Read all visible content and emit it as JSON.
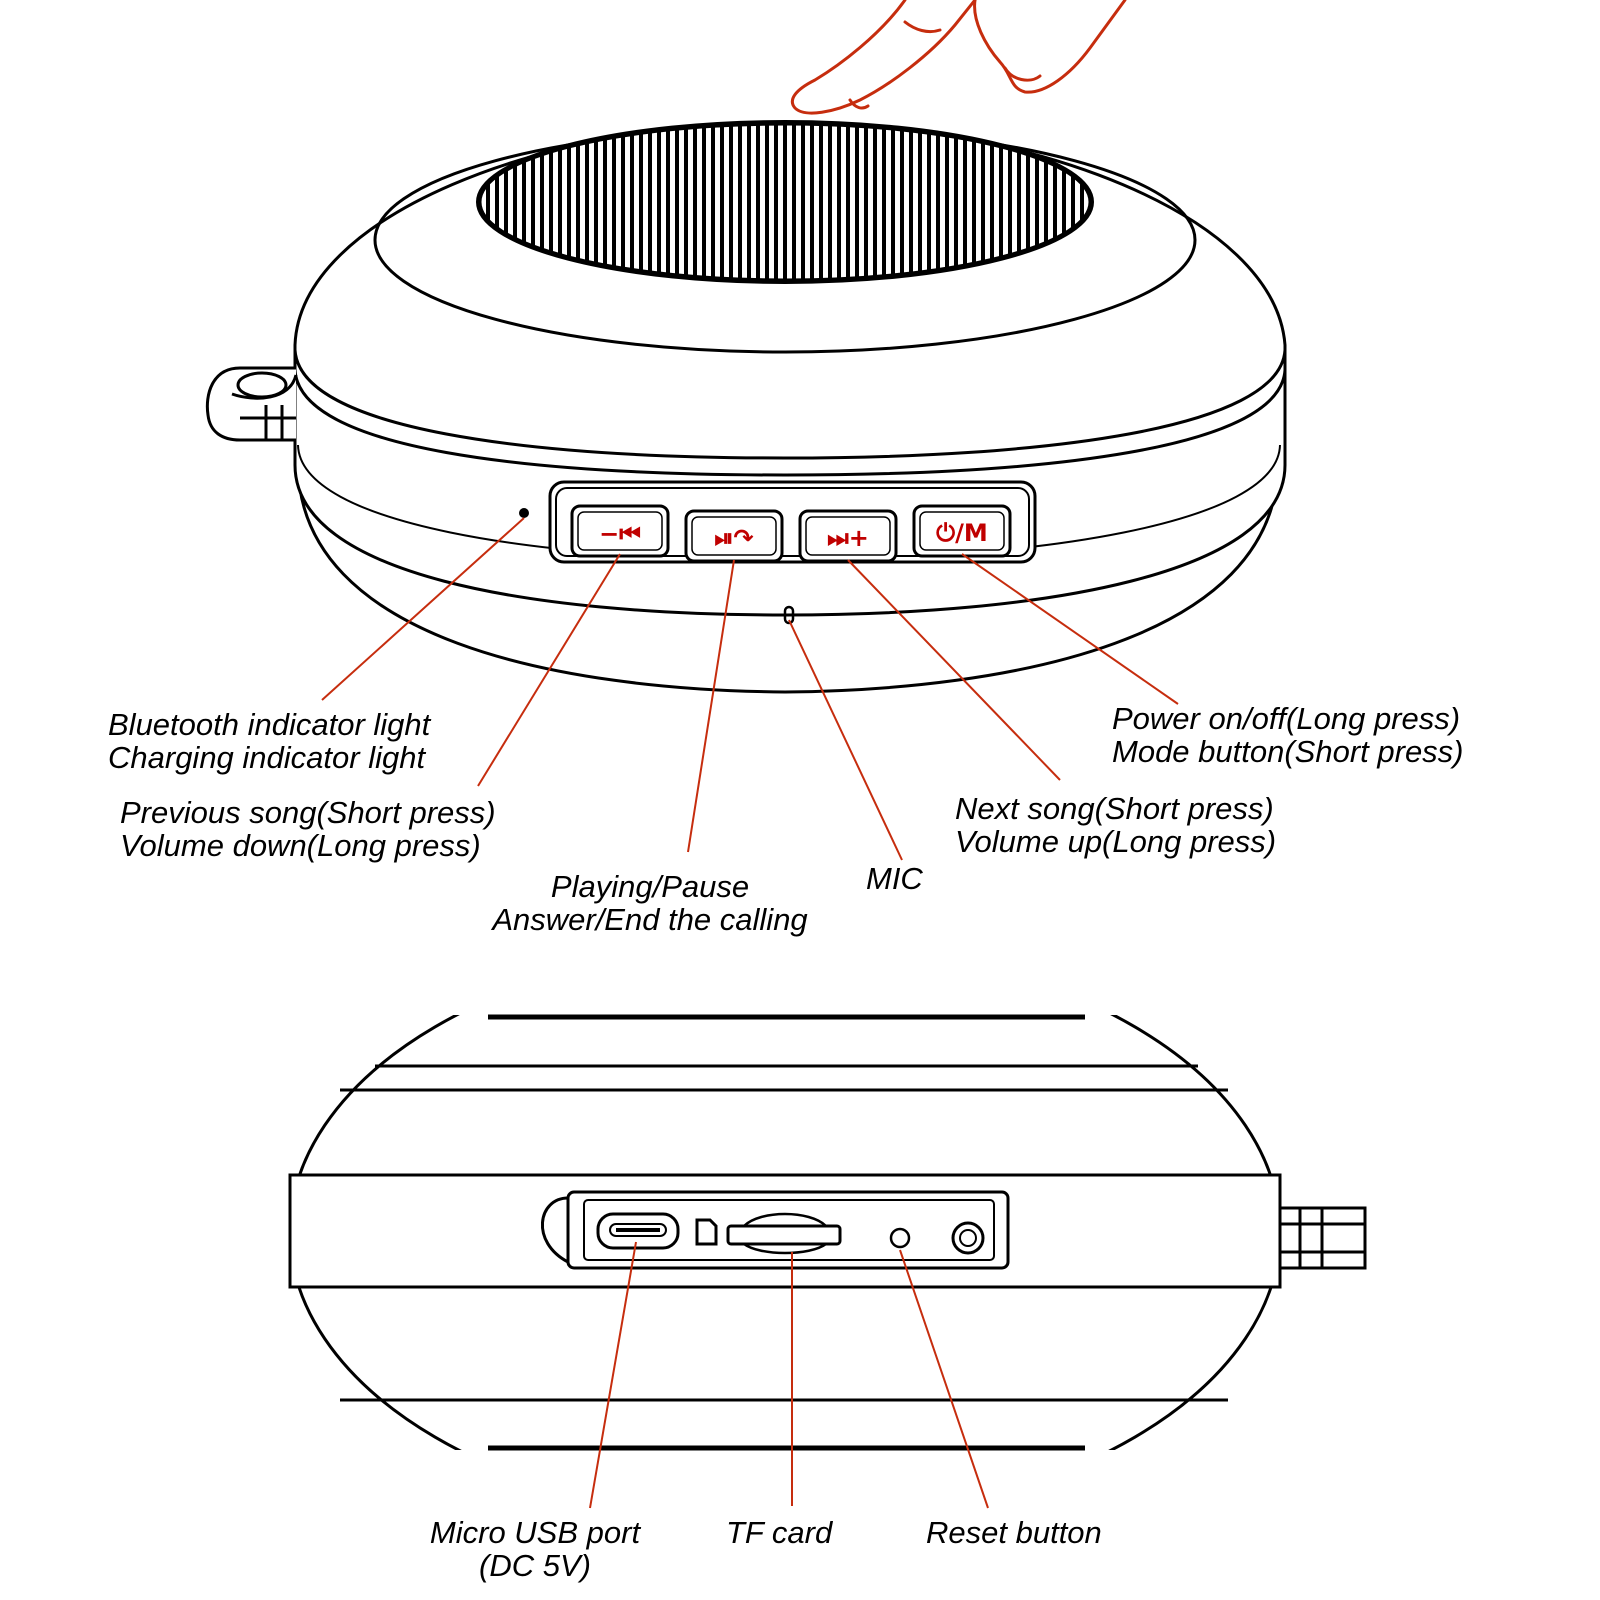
{
  "colors": {
    "outline": "#000000",
    "callout": "#c62d0e",
    "hand": "#c62d0e",
    "button_text": "#c00000"
  },
  "buttons": {
    "prev": "−⏮",
    "play": "⏯↷",
    "next": "⏭+",
    "power": "⏻/M"
  },
  "labels": {
    "bluetooth": {
      "line1": "Bluetooth indicator light",
      "line2": "Charging indicator light"
    },
    "previous": {
      "line1": "Previous song(Short press)",
      "line2": "Volume down(Long press)"
    },
    "play": {
      "line1": "Playing/Pause",
      "line2": "Answer/End the calling"
    },
    "mic": {
      "line1": "MIC"
    },
    "next": {
      "line1": "Next song(Short press)",
      "line2": "Volume up(Long press)"
    },
    "power": {
      "line1": "Power on/off(Long press)",
      "line2": "Mode button(Short press)"
    },
    "usb": {
      "line1": "Micro USB port",
      "line2": "(DC 5V)"
    },
    "tf": {
      "line1": "TF card"
    },
    "reset": {
      "line1": "Reset button"
    }
  }
}
